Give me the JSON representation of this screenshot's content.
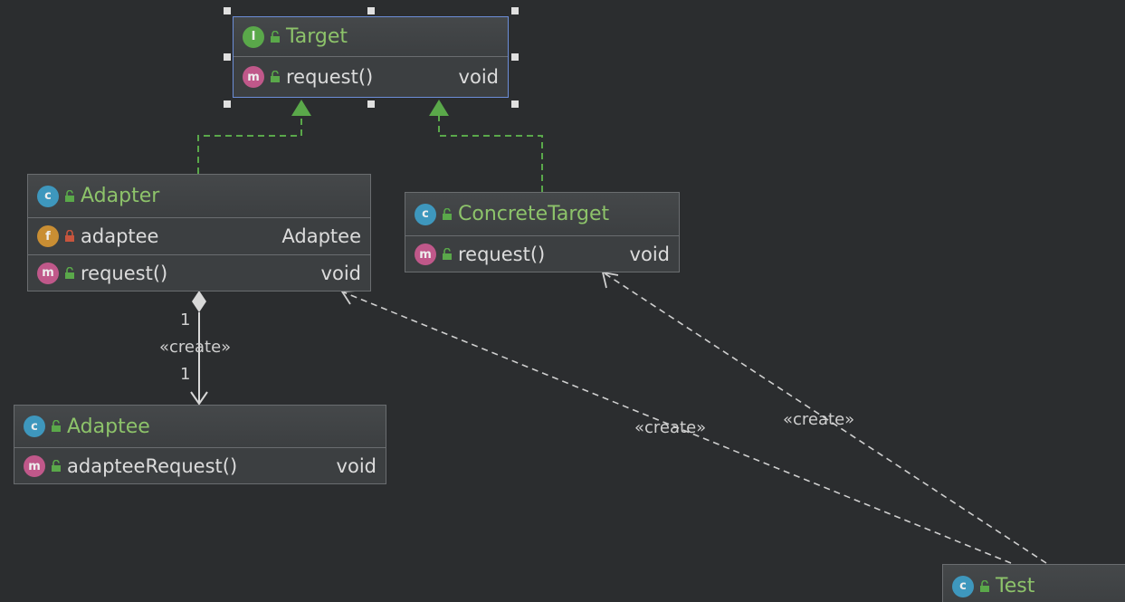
{
  "nodes": {
    "target": {
      "name": "Target",
      "kind_icon": "interface-icon",
      "methods": [
        {
          "name": "request()",
          "type": "void"
        }
      ]
    },
    "adapter": {
      "name": "Adapter",
      "kind_icon": "class-icon",
      "fields": [
        {
          "name": "adaptee",
          "type": "Adaptee"
        }
      ],
      "methods": [
        {
          "name": "request()",
          "type": "void"
        }
      ]
    },
    "concrete_target": {
      "name": "ConcreteTarget",
      "kind_icon": "class-icon",
      "methods": [
        {
          "name": "request()",
          "type": "void"
        }
      ]
    },
    "adaptee": {
      "name": "Adaptee",
      "kind_icon": "class-icon",
      "methods": [
        {
          "name": "adapteeRequest()",
          "type": "void"
        }
      ]
    },
    "test": {
      "name": "Test",
      "kind_icon": "runnable-class-icon"
    }
  },
  "edges": {
    "adapter_adaptee": {
      "source_multiplicity": "1",
      "label": "«create»",
      "target_multiplicity": "1"
    },
    "test_adapter": {
      "label": "«create»"
    },
    "test_concrete_target": {
      "label": "«create»"
    }
  },
  "badges": {
    "interface": "I",
    "class": "c",
    "method": "m",
    "field": "f"
  },
  "colors": {
    "background": "#2b2d2f",
    "class_name": "#8dc36a",
    "realization_arrow": "#5aa84a",
    "dependency_line": "#cfcfcf",
    "selection_border": "#6c8ed8"
  }
}
